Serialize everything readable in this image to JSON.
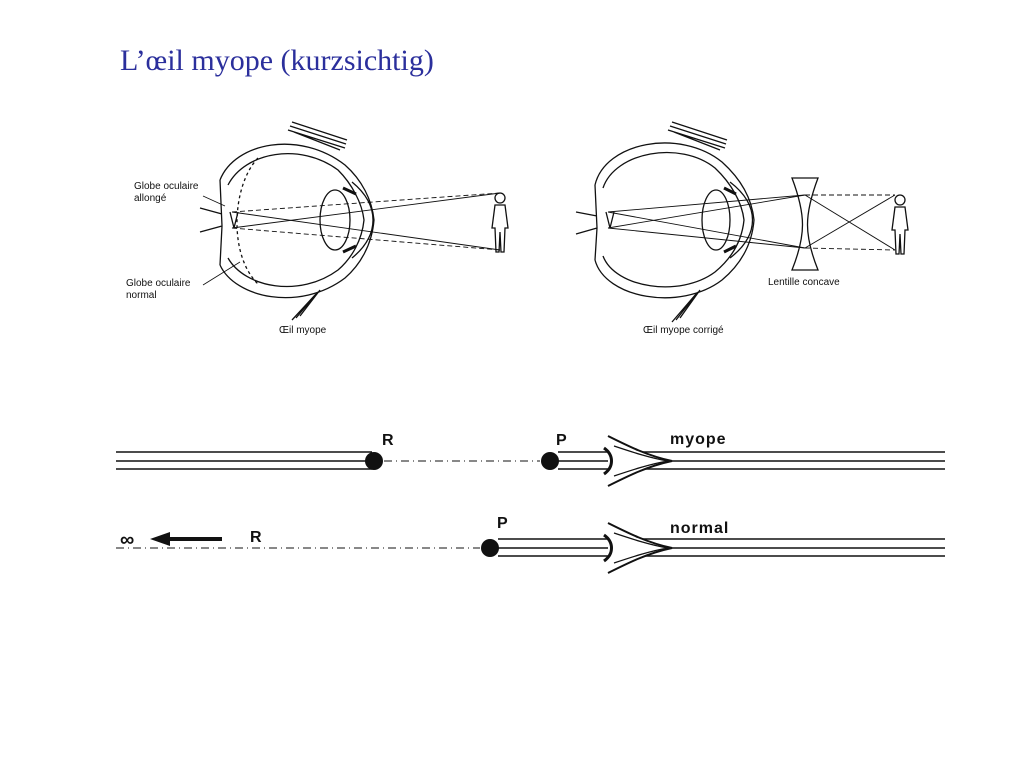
{
  "title": "L’œil myope (kurzsichtig)",
  "figure_top": {
    "left": {
      "label_elongated": [
        "Globe oculaire",
        "allongé"
      ],
      "label_normal": [
        "Globe oculaire",
        "normal"
      ],
      "caption": "Œil myope"
    },
    "right": {
      "label_lens": "Lentille concave",
      "caption": "Œil myope corrigé"
    }
  },
  "figure_bottom": {
    "myope": {
      "far_point": "R",
      "near_point": "P",
      "label": "myope"
    },
    "normal": {
      "infinity": "∞",
      "far_point": "R",
      "near_point": "P",
      "label": "normal"
    }
  },
  "colors": {
    "title": "#2b2f9c",
    "ink": "#111111"
  }
}
